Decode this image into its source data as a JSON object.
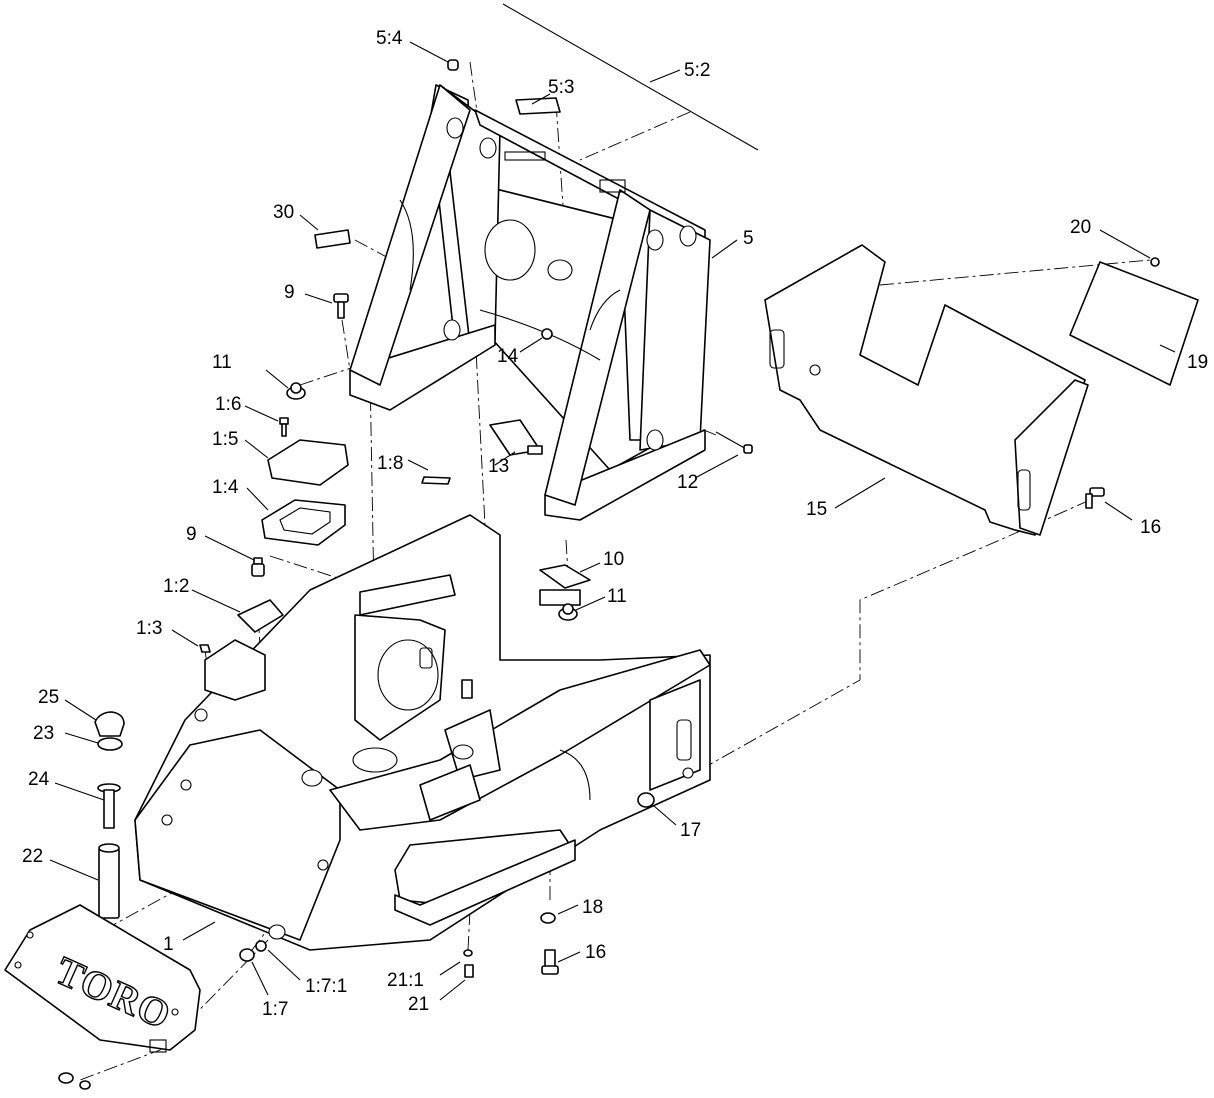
{
  "diagram": {
    "brand_logo": "TORO",
    "callouts": [
      {
        "id": "c-5-4",
        "text": "5:4"
      },
      {
        "id": "c-5-3",
        "text": "5:3"
      },
      {
        "id": "c-5-2",
        "text": "5:2"
      },
      {
        "id": "c-30",
        "text": "30"
      },
      {
        "id": "c-5",
        "text": "5"
      },
      {
        "id": "c-20",
        "text": "20"
      },
      {
        "id": "c-9a",
        "text": "9"
      },
      {
        "id": "c-19",
        "text": "19"
      },
      {
        "id": "c-11a",
        "text": "11"
      },
      {
        "id": "c-14",
        "text": "14"
      },
      {
        "id": "c-1-6",
        "text": "1:6"
      },
      {
        "id": "c-1-5",
        "text": "1:5"
      },
      {
        "id": "c-1-8",
        "text": "1:8"
      },
      {
        "id": "c-13",
        "text": "13"
      },
      {
        "id": "c-12",
        "text": "12"
      },
      {
        "id": "c-1-4",
        "text": "1:4"
      },
      {
        "id": "c-15",
        "text": "15"
      },
      {
        "id": "c-16a",
        "text": "16"
      },
      {
        "id": "c-9b",
        "text": "9"
      },
      {
        "id": "c-10",
        "text": "10"
      },
      {
        "id": "c-1-2",
        "text": "1:2"
      },
      {
        "id": "c-11b",
        "text": "11"
      },
      {
        "id": "c-1-3",
        "text": "1:3"
      },
      {
        "id": "c-25",
        "text": "25"
      },
      {
        "id": "c-23",
        "text": "23"
      },
      {
        "id": "c-24",
        "text": "24"
      },
      {
        "id": "c-17",
        "text": "17"
      },
      {
        "id": "c-22",
        "text": "22"
      },
      {
        "id": "c-18",
        "text": "18"
      },
      {
        "id": "c-1",
        "text": "1"
      },
      {
        "id": "c-16b",
        "text": "16"
      },
      {
        "id": "c-1-7-1",
        "text": "1:7:1"
      },
      {
        "id": "c-21-1",
        "text": "21:1"
      },
      {
        "id": "c-21",
        "text": "21"
      },
      {
        "id": "c-1-7",
        "text": "1:7"
      }
    ]
  }
}
